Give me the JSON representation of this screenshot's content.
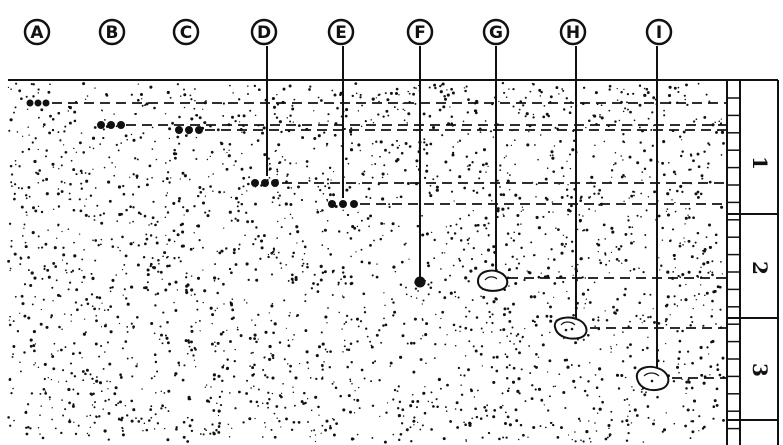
{
  "diagram": {
    "markers": [
      {
        "label": "A",
        "kind": "seeds"
      },
      {
        "label": "B",
        "kind": "seeds"
      },
      {
        "label": "C",
        "kind": "seeds"
      },
      {
        "label": "D",
        "kind": "seeds"
      },
      {
        "label": "E",
        "kind": "seeds"
      },
      {
        "label": "F",
        "kind": "pea"
      },
      {
        "label": "G",
        "kind": "bean"
      },
      {
        "label": "H",
        "kind": "bean"
      },
      {
        "label": "I",
        "kind": "bean"
      }
    ],
    "scale_labels": [
      "1",
      "2",
      "3"
    ],
    "colors": {
      "ink": "#111111",
      "paper": "#ffffff"
    }
  }
}
